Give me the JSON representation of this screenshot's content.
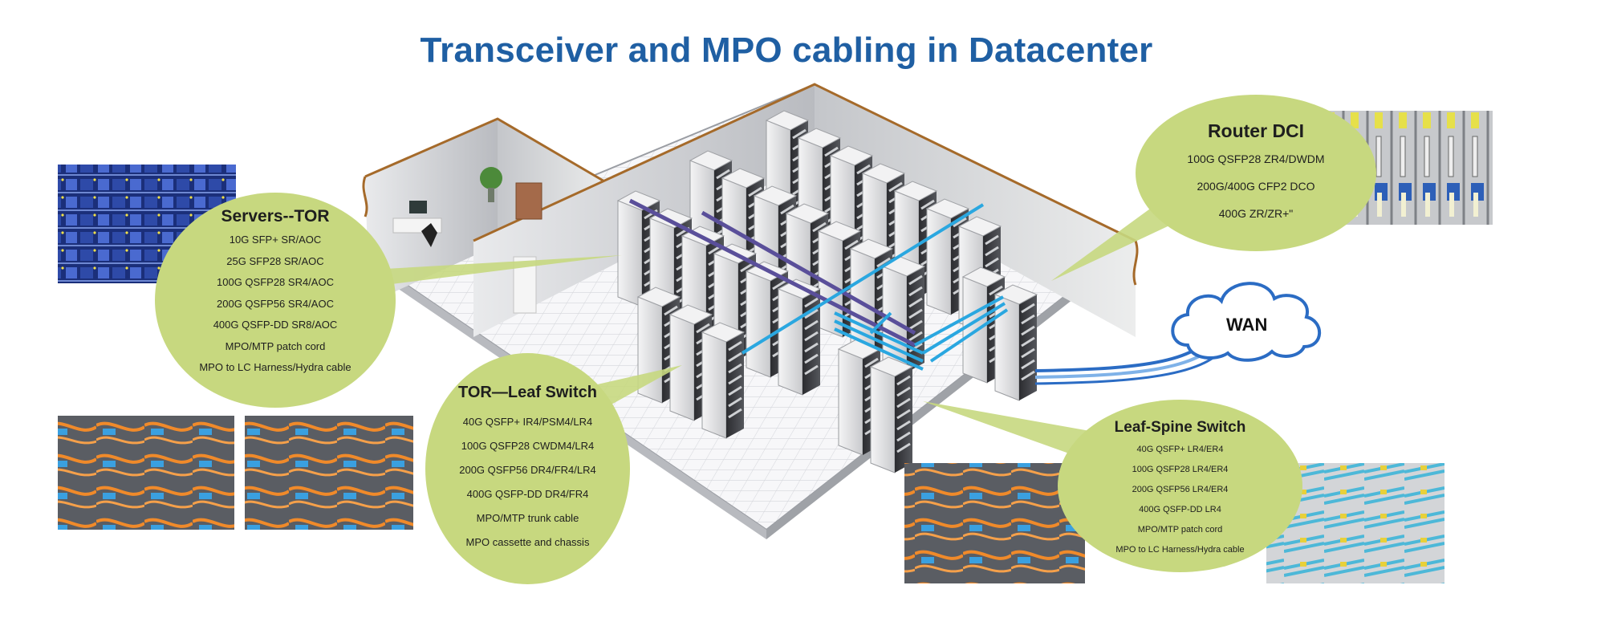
{
  "title": "Transceiver and MPO cabling in Datacenter",
  "colors": {
    "title": "#1f5fa3",
    "bubble": "#c7d87f",
    "cable_blue": "#2aa7e0",
    "cable_purple": "#5a4f9a",
    "wan_outline": "#2b6cc4"
  },
  "bubbles": {
    "servers_tor": {
      "title": "Servers--TOR",
      "items": [
        "10G SFP+ SR/AOC",
        "25G SFP28 SR/AOC",
        "100G QSFP28 SR4/AOC",
        "200G QSFP56 SR4/AOC",
        "400G QSFP-DD SR8/AOC",
        "MPO/MTP patch cord",
        "MPO to LC Harness/Hydra cable"
      ]
    },
    "tor_leaf": {
      "title": "TOR—Leaf Switch",
      "items": [
        "40G QSFP+ IR4/PSM4/LR4",
        "100G QSFP28 CWDM4/LR4",
        "200G QSFP56 DR4/FR4/LR4",
        "400G QSFP-DD DR4/FR4",
        "MPO/MTP trunk cable",
        "MPO cassette and chassis"
      ]
    },
    "router_dci": {
      "title": "Router DCI",
      "items": [
        "100G QSFP28 ZR4/DWDM",
        "200G/400G CFP2 DCO",
        "400G ZR/ZR+\""
      ]
    },
    "leaf_spine": {
      "title": "Leaf-Spine Switch",
      "items": [
        "40G QSFP+ LR4/ER4",
        "100G QSFP28 LR4/ER4",
        "200G QSFP56 LR4/ER4",
        "400G QSFP-DD LR4",
        "MPO/MTP patch cord",
        "MPO to LC Harness/Hydra cable"
      ]
    }
  },
  "wan": {
    "label": "WAN"
  },
  "photos": [
    {
      "name": "server-rack-photo",
      "subject": "blue-lit server rack"
    },
    {
      "name": "lc-patch-photo",
      "subject": "orange LC fiber patch cords in switch"
    },
    {
      "name": "mpo-cassette-photo",
      "subject": "orange fibers with MPO connectors"
    },
    {
      "name": "leaf-spine-patch-photo",
      "subject": "orange fiber patch panel"
    },
    {
      "name": "aqua-fiber-photo",
      "subject": "aqua fiber patch cords with yellow boots"
    },
    {
      "name": "router-dci-photo",
      "subject": "router line cards with blue LC connectors"
    }
  ]
}
